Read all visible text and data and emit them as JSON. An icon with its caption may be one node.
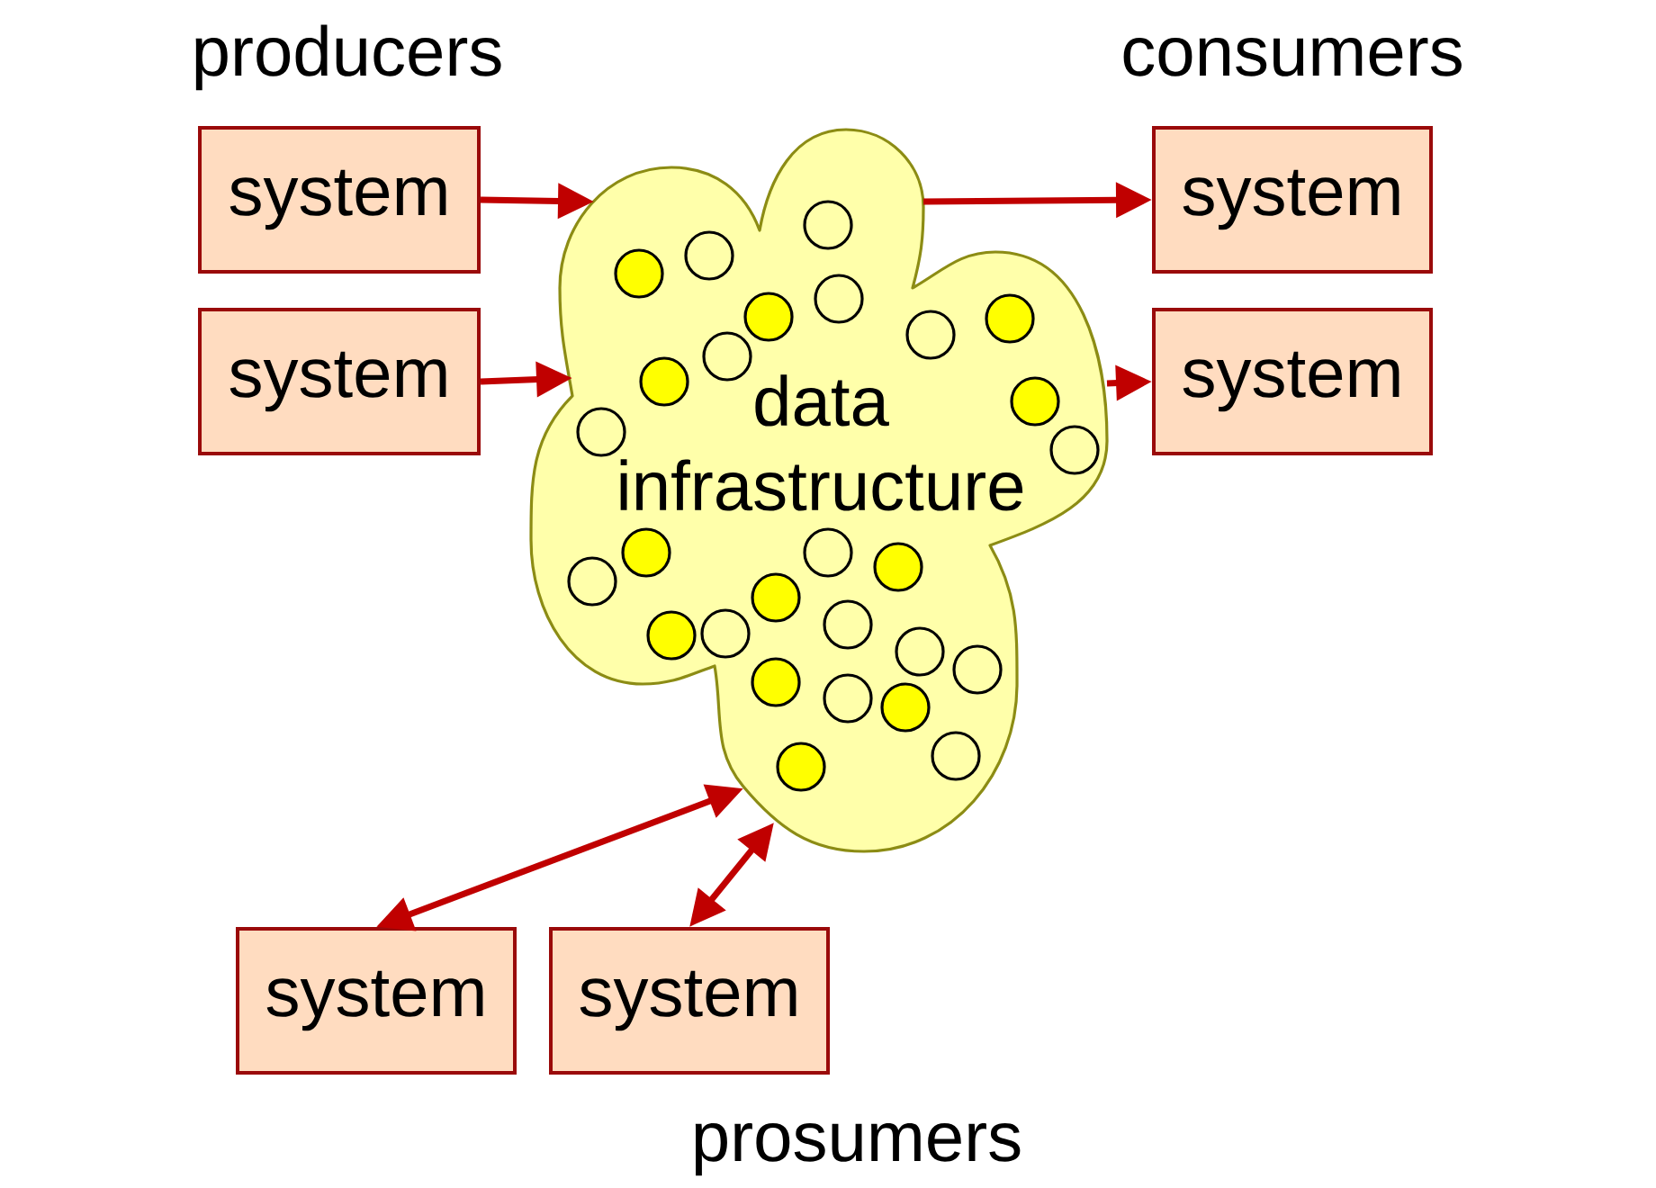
{
  "diagram": {
    "nodes": [
      {
        "text": [
          "system"
        ]
      },
      {
        "text": [
          "system"
        ]
      },
      {
        "text": [
          "data infrastructure"
        ]
      },
      {
        "text": [
          "system"
        ]
      },
      {
        "text": [
          "system"
        ]
      },
      {
        "text": [
          "system"
        ]
      },
      {
        "text": [
          "system"
        ]
      }
    ],
    "edges": [
      {
        "from": 0,
        "to": 2,
        "arrow": "to"
      },
      {
        "from": 1,
        "to": 2,
        "arrow": "to"
      },
      {
        "from": 2,
        "to": 3,
        "arrow": "to"
      },
      {
        "from": 2,
        "to": 4,
        "arrow": "to"
      },
      {
        "from": 5,
        "to": 2,
        "arrow": "both"
      },
      {
        "from": 6,
        "to": 2,
        "arrow": "both"
      }
    ],
    "labels": [
      "producers",
      "consumers",
      "prosumers"
    ]
  }
}
